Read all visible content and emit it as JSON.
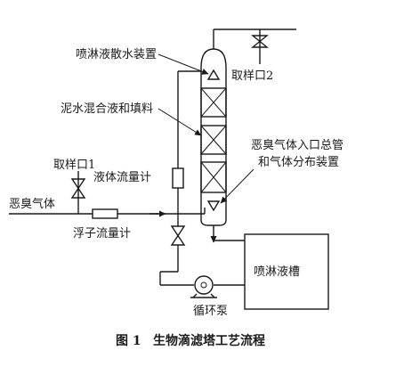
{
  "labels": {
    "sprayer": "喷淋液散水装置",
    "packing": "泥水混合液和填料",
    "sample2": "取样口2",
    "sample1": "取样口1",
    "liquid_flowmeter": "液体流量计",
    "gas_inlet": "恶臭气体",
    "rotameter": "浮子流量计",
    "inlet_manifold_1": "恶臭气体入口总管",
    "inlet_manifold_2": "和气体分布装置",
    "tank": "喷淋液槽",
    "pump": "循环泵"
  },
  "caption": {
    "number": "图 1",
    "title": "生物滴滤塔工艺流程"
  }
}
